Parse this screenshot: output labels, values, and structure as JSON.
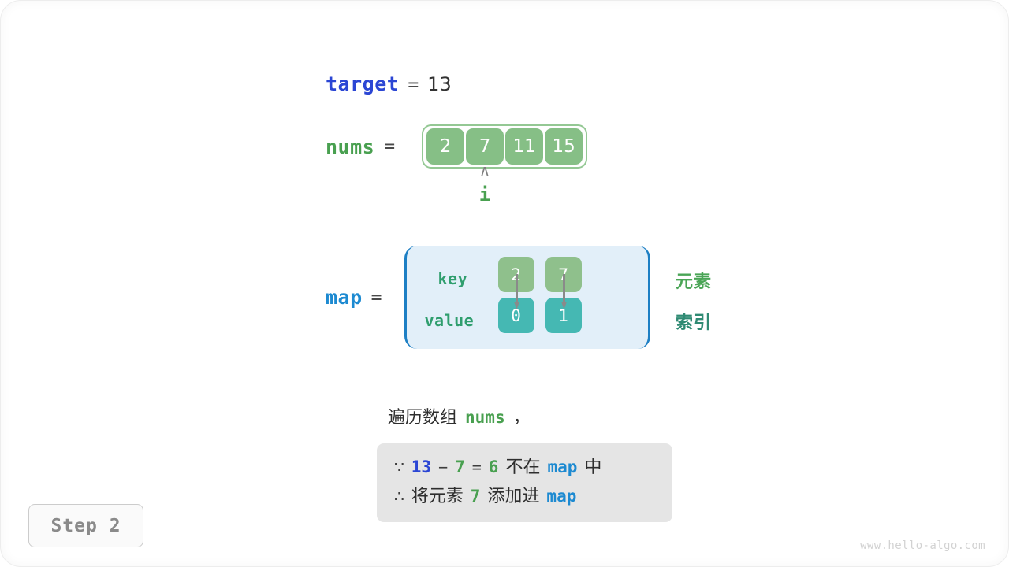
{
  "variables": {
    "target": {
      "name": "target",
      "eq": "=",
      "value": "13"
    },
    "nums": {
      "name": "nums",
      "eq": "=",
      "cells": [
        "2",
        "7",
        "11",
        "15"
      ]
    },
    "map": {
      "name": "map",
      "eq": "="
    }
  },
  "pointer": {
    "caret": "∧",
    "label": "i"
  },
  "map_table": {
    "key_label": "key",
    "value_label": "value",
    "entries": [
      {
        "key": "2",
        "value": "0"
      },
      {
        "key": "7",
        "value": "1"
      }
    ],
    "side_labels": {
      "element": "元素",
      "index": "索引"
    }
  },
  "caption": {
    "prefix": "遍历数组",
    "code": "nums",
    "suffix": "，"
  },
  "note": {
    "line1": {
      "symbol": "∵",
      "a": "13",
      "minus": "−",
      "b": "7",
      "equals": "=",
      "result": "6",
      "text_mid": "不在",
      "target_name": "map",
      "text_end": "中"
    },
    "line2": {
      "symbol": "∴",
      "text_start": "将元素",
      "value": "7",
      "text_mid": "添加进",
      "target_name": "map"
    }
  },
  "step_badge": "Step 2",
  "watermark": "www.hello-algo.com",
  "colors": {
    "target_blue": "#2b46d4",
    "nums_green": "#49a050",
    "map_blue": "#1d8ad1",
    "cell_green": "#86bf86",
    "key_green": "#8fc08c",
    "value_teal": "#45b8b3",
    "map_box_fill": "#e2eff9",
    "map_box_border": "#1d7fc4",
    "note_bg": "#e5e5e5",
    "element_label": "#4aa556",
    "index_label": "#2f8a73"
  }
}
